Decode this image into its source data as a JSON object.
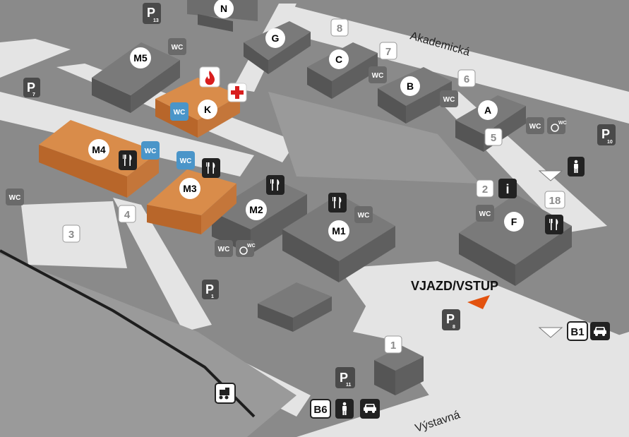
{
  "colors": {
    "ground": "#8a8a8a",
    "road": "#e6e6e6",
    "building_top": "#7a7a7a",
    "building_side": "#5c5c5c",
    "highlight_top": "#d98c4a",
    "highlight_side": "#b8662a",
    "wc_blue": "#4a95c9",
    "entrance_red": "#e3520e",
    "first_aid_red": "#d81e1e"
  },
  "streets": {
    "akademicka": "Akademická",
    "vystavna": "Výstavná"
  },
  "entrance_label": "VJAZD/VSTUP",
  "buildings": {
    "n": "N",
    "g": "G",
    "c": "C",
    "b": "B",
    "a": "A",
    "f": "F",
    "m5": "M5",
    "k": "K",
    "m4": "M4",
    "m3": "M3",
    "m2": "M2",
    "m1": "M1"
  },
  "gates": {
    "g1": "1",
    "g2": "2",
    "g3": "3",
    "g4": "4",
    "g5": "5",
    "g6": "6",
    "g7": "7",
    "g8": "8",
    "g18": "18"
  },
  "parking": {
    "p1": "1",
    "p7": "7",
    "p8": "8",
    "p10": "10",
    "p11": "11",
    "p13": "13"
  },
  "parking_letter": "P",
  "wc_label": "WC",
  "info_letter": "i",
  "codes": {
    "b1": "B1",
    "b6": "B6"
  }
}
